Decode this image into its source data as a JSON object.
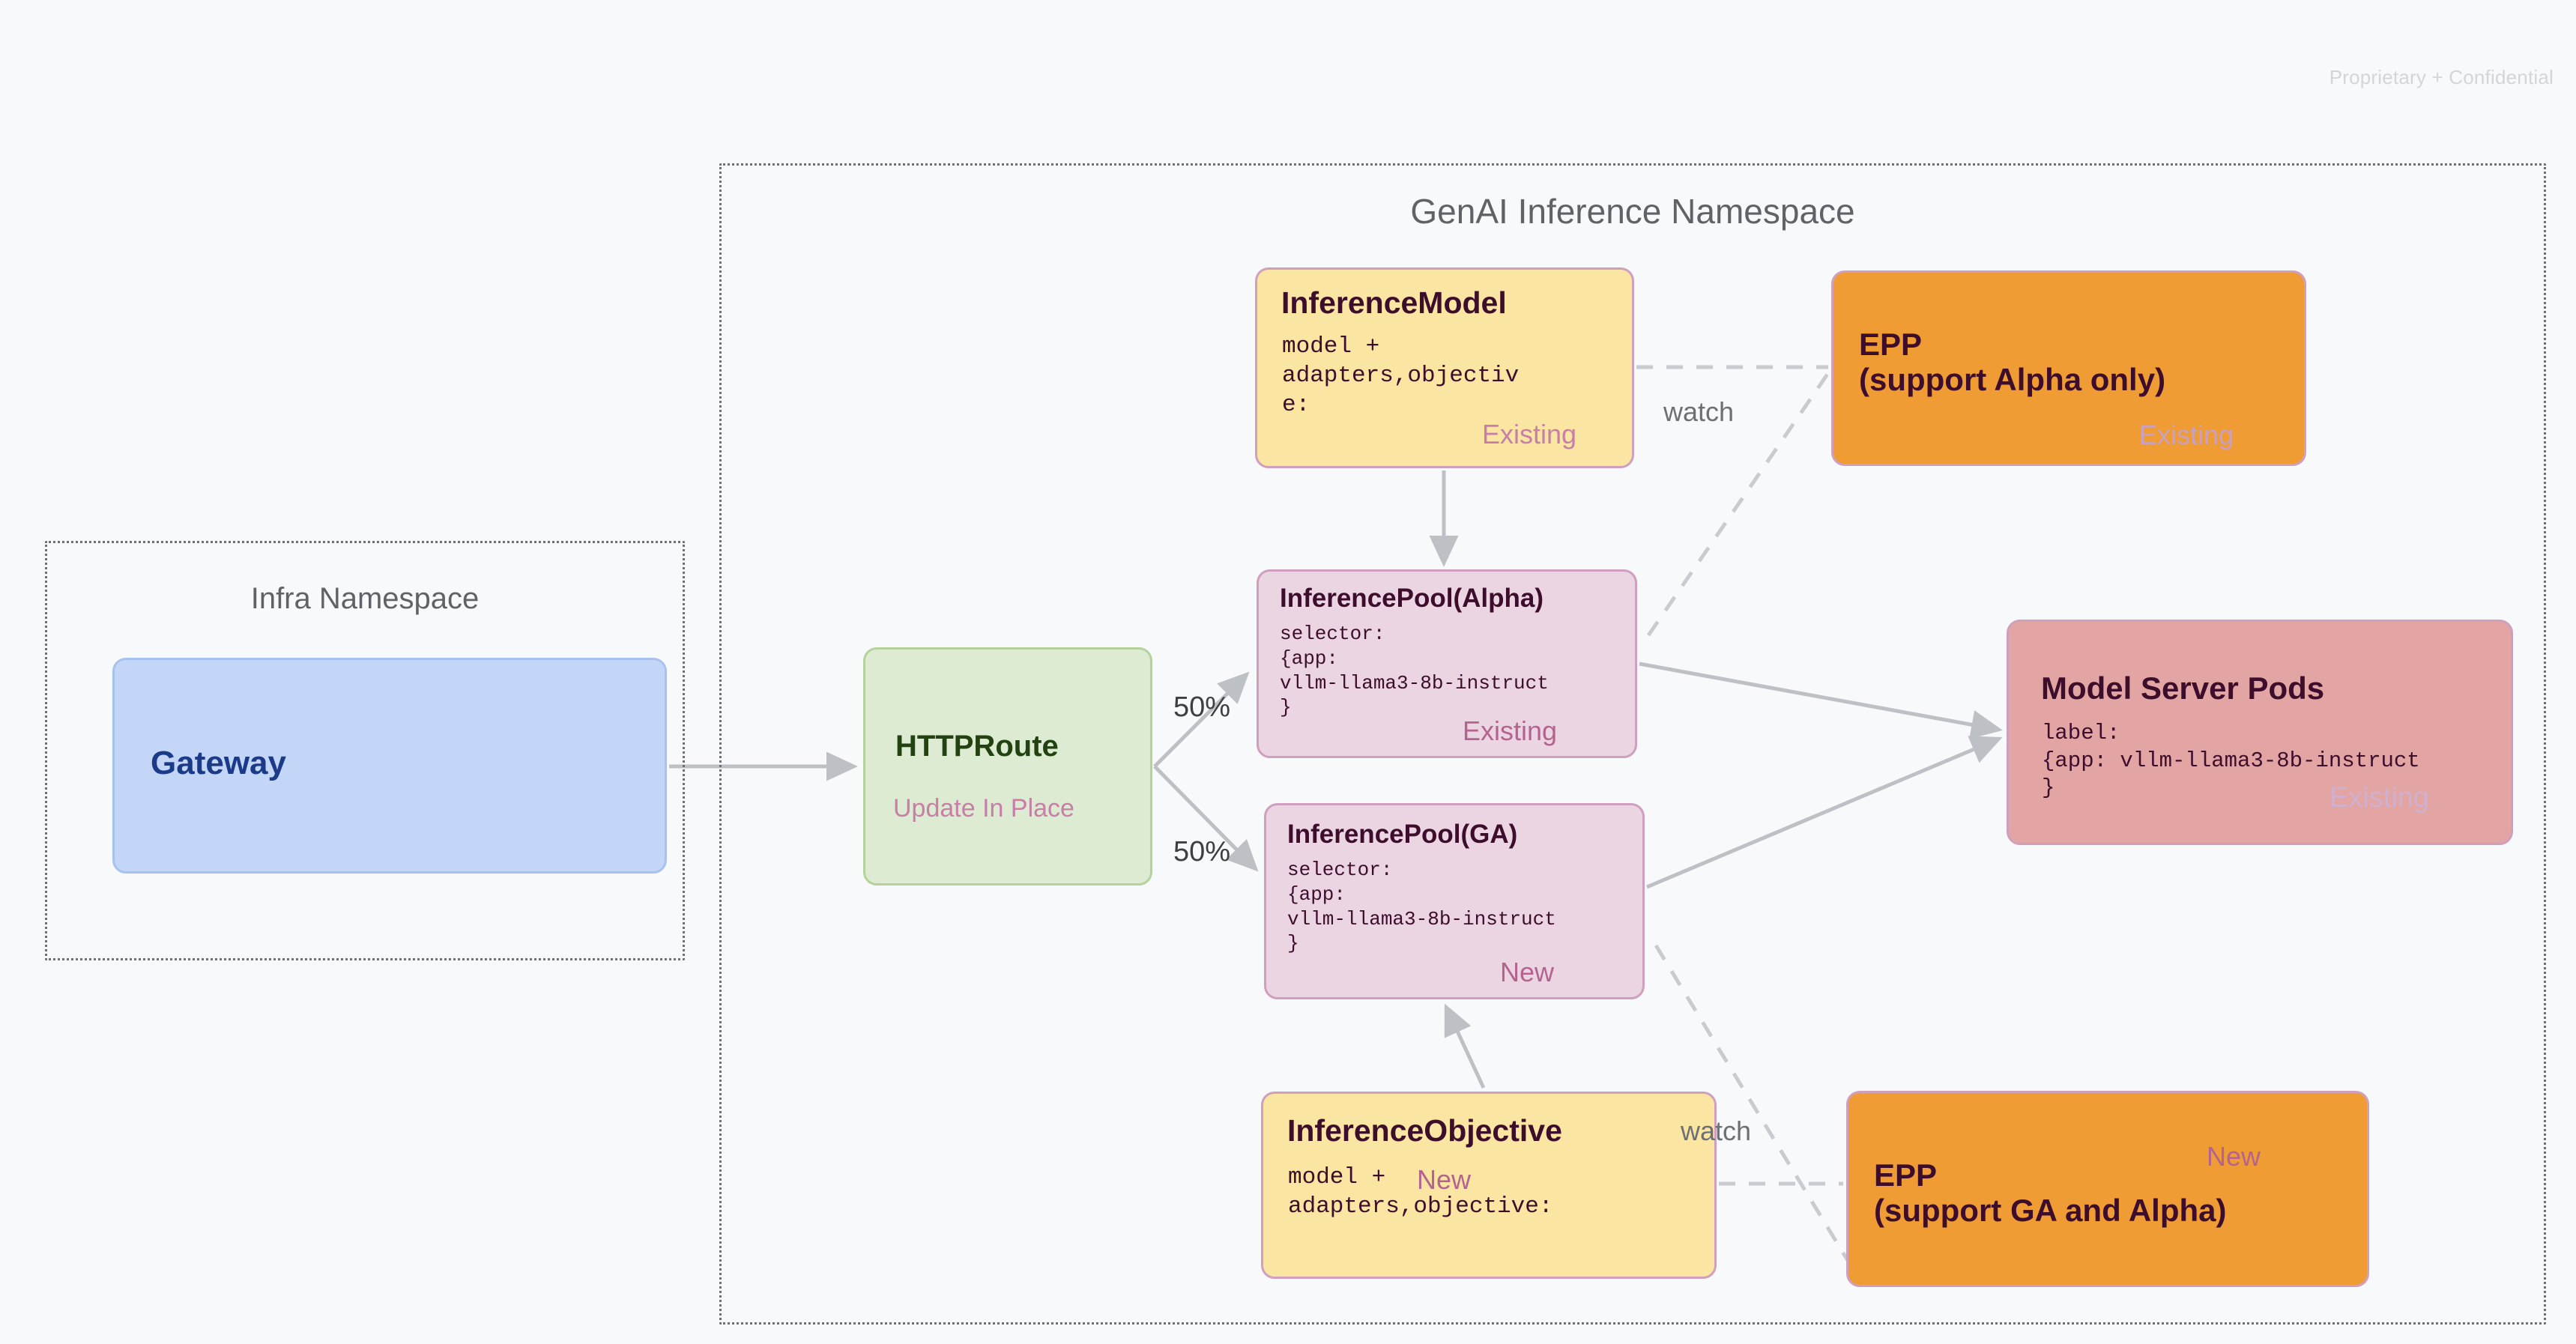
{
  "watermark": "Proprietary + Confidential",
  "namespaces": {
    "infra": {
      "title": "Infra Namespace"
    },
    "genai": {
      "title": "GenAI Inference Namespace"
    }
  },
  "nodes": {
    "gateway": {
      "title": "Gateway"
    },
    "httproute": {
      "title": "HTTPRoute",
      "status": "Update In Place"
    },
    "inference_model": {
      "title": "InferenceModel",
      "spec": "model +\nadapters,objectiv\ne:",
      "status": "Existing"
    },
    "inference_pool_alpha": {
      "title": "InferencePool(Alpha)",
      "spec": "selector:\n{app:\nvllm-llama3-8b-instruct\n}",
      "status": "Existing"
    },
    "inference_pool_ga": {
      "title": "InferencePool(GA)",
      "spec": "selector:\n{app:\nvllm-llama3-8b-instruct\n}",
      "status": "New"
    },
    "inference_objective": {
      "title": "InferenceObjective",
      "spec": "model +\nadapters,objective:",
      "status": "New"
    },
    "epp_alpha": {
      "title": "EPP\n(support Alpha only)",
      "status": "Existing"
    },
    "epp_ga": {
      "title": "EPP\n(support GA and Alpha)",
      "status": "New"
    },
    "model_server_pods": {
      "title": "Model Server Pods",
      "spec": "label:\n{app: vllm-llama3-8b-instruct\n}",
      "status": "Existing"
    }
  },
  "edge_labels": {
    "split_top": "50%",
    "split_bottom": "50%",
    "watch_top": "watch",
    "watch_bottom": "watch"
  },
  "colors": {
    "background": "#f8f9fb",
    "gateway_fill": "#c3d6f7",
    "gateway_text": "#1b3a87",
    "httproute_fill": "#dcebd1",
    "httproute_text": "#234212",
    "yellow_fill": "#fae5a2",
    "pink_fill": "#ecd5e3",
    "orange_fill": "#ef9c34",
    "red_fill": "#e3a5a3",
    "node_border": "#cfa0be",
    "node_text": "#3d0d2c",
    "badge_new": "#b4638f",
    "badge_existing": "#c77fa8",
    "edge": "#bdc1c6",
    "namespace_border": "#6d7078"
  }
}
